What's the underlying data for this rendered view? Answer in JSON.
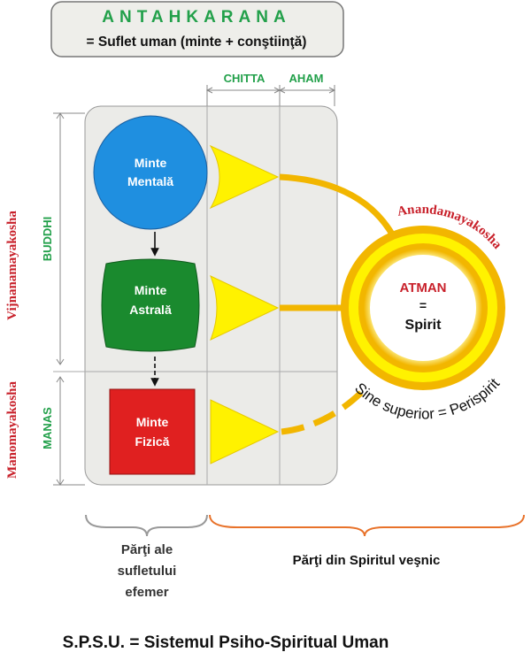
{
  "header": {
    "title": "ANTAHKARANA",
    "subtitle": "= Suflet uman (minte + conştiinţă)"
  },
  "columns": {
    "chitta": "CHITTA",
    "aham": "AHAM"
  },
  "side_labels": {
    "buddhi": "BUDDHI",
    "manas": "MANAS",
    "vijnanamayakosha": "Vijnanamayakosha",
    "manomayakosha": "Manomayakosha"
  },
  "minds": {
    "mental": {
      "line1": "Minte",
      "line2": "Mentală"
    },
    "astral": {
      "line1": "Minte",
      "line2": "Astrală"
    },
    "fizic": {
      "line1": "Minte",
      "line2": "Fizică"
    }
  },
  "atman": {
    "name": "ATMAN",
    "equals": "=",
    "spirit": "Spirit",
    "outer_label": "Anandamayakosha",
    "sine_label": "Sine superior = Perispirit"
  },
  "bottom": {
    "ephemeral_line1": "Părţi ale",
    "ephemeral_line2": "sufletului",
    "ephemeral_line3": "efemer",
    "eternal": "Părţi din Spiritul veşnic",
    "footer": "S.P.S.U. = Sistemul Psiho-Spiritual Uman"
  },
  "colors": {
    "green_text": "#22a04a",
    "red_text": "#c8202a",
    "panel_fill": "#ebebe8",
    "blue": "#1f8fe0",
    "green": "#1a8a2e",
    "red": "#e02020",
    "yellow": "#fff200",
    "gold": "#f2b600",
    "orange": "#e8722a"
  },
  "icons": [
    "triangle-icon",
    "arrow-down-icon",
    "brace-icon"
  ]
}
